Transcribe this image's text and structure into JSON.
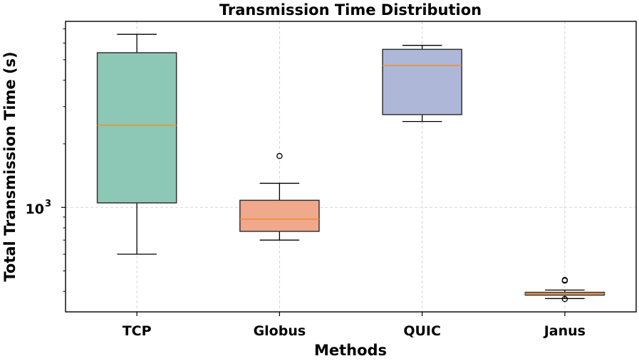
{
  "chart_data": {
    "type": "box",
    "title": "Transmission Time Distribution",
    "xlabel": "Methods",
    "ylabel": "Total Transmission Time (s)",
    "yscale": "log",
    "ylim": [
      320,
      7600
    ],
    "ytick": {
      "value": 1000,
      "label_base": "10",
      "label_exp": "3"
    },
    "grid": true,
    "median_color": "#f28e2b",
    "categories": [
      "TCP",
      "Globus",
      "QUIC",
      "Janus"
    ],
    "boxes": [
      {
        "name": "TCP",
        "color": "#8dc7b5",
        "whislo": 600,
        "q1": 1050,
        "med": 2450,
        "q3": 5400,
        "whishi": 6600,
        "fliers": []
      },
      {
        "name": "Globus",
        "color": "#f0a98c",
        "whislo": 700,
        "q1": 770,
        "med": 880,
        "q3": 1080,
        "whishi": 1300,
        "fliers": [
          1750
        ]
      },
      {
        "name": "QUIC",
        "color": "#aeb7d8",
        "whislo": 2550,
        "q1": 2750,
        "med": 4700,
        "q3": 5600,
        "whishi": 5850,
        "fliers": []
      },
      {
        "name": "Janus",
        "color": "#f0a98c",
        "whislo": 370,
        "q1": 384,
        "med": 390,
        "q3": 396,
        "whishi": 406,
        "fliers": [
          450,
          453,
          368
        ]
      }
    ]
  }
}
